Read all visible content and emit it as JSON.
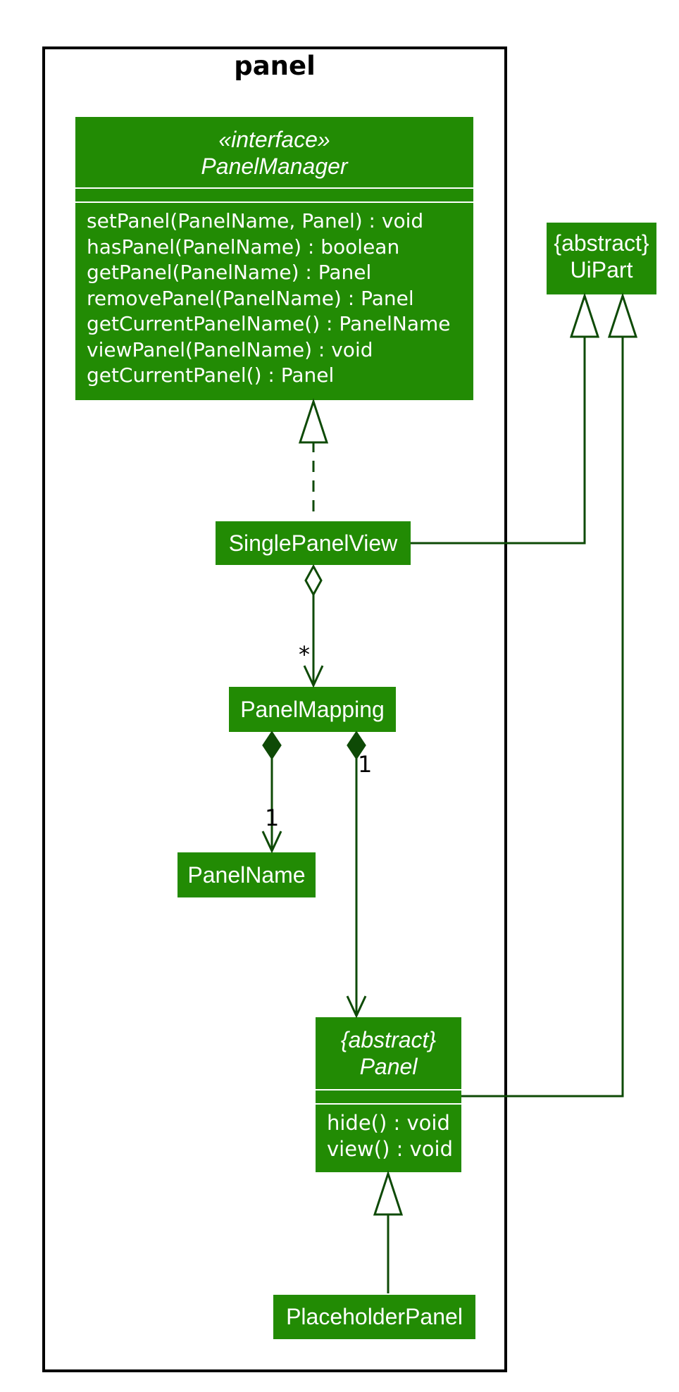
{
  "package": {
    "title": "panel"
  },
  "classes": {
    "panel_manager": {
      "stereotype": "«interface»",
      "name": "PanelManager",
      "methods": [
        "setPanel(PanelName, Panel) : void",
        "hasPanel(PanelName) : boolean",
        "getPanel(PanelName) : Panel",
        "removePanel(PanelName) : Panel",
        "getCurrentPanelName() : PanelName",
        "viewPanel(PanelName) : void",
        "getCurrentPanel() : Panel"
      ]
    },
    "ui_part": {
      "stereotype": "{abstract}",
      "name": "UiPart"
    },
    "single_panel_view": {
      "name": "SinglePanelView"
    },
    "panel_mapping": {
      "name": "PanelMapping"
    },
    "panel_name": {
      "name": "PanelName"
    },
    "panel": {
      "stereotype": "{abstract}",
      "name": "Panel",
      "methods": [
        "hide() : void",
        "view() : void"
      ]
    },
    "placeholder_panel": {
      "name": "PlaceholderPanel"
    }
  },
  "multiplicities": {
    "view_to_mapping": "*",
    "mapping_to_name": "1",
    "mapping_to_panel": "1"
  },
  "colors": {
    "class_fill": "#228b04",
    "edge": "#0e4a06",
    "frame": "#000000"
  }
}
